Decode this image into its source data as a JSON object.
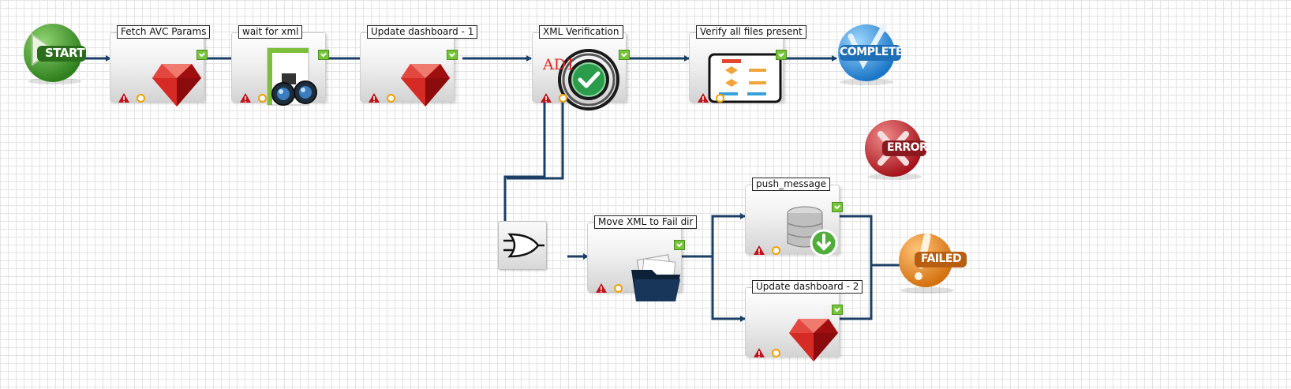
{
  "terminals": {
    "start": "START",
    "complete": "COMPLETE",
    "error": "ERROR",
    "failed": "FAILED"
  },
  "nodes": {
    "fetch_avc_params": "Fetch AVC Params",
    "wait_for_xml": "wait for xml",
    "update_dashboard_1": "Update dashboard - 1",
    "xml_verification": "XML Verification",
    "verify_all_files": "Verify all files present",
    "move_xml_fail": "Move XML to Fail dir",
    "push_message": "push_message",
    "update_dashboard_2": "Update dashboard - 2"
  },
  "overlay": {
    "xml_verification_tag": "AD1"
  },
  "icons": {
    "fetch_avc_params": "ruby-gem-icon",
    "wait_for_xml": "binoculars-icon",
    "update_dashboard_1": "ruby-gem-icon",
    "xml_verification": "green-check-icon",
    "verify_all_files": "flowchart-icon",
    "move_xml_fail": "folder-icon",
    "push_message": "database-download-icon",
    "update_dashboard_2": "ruby-gem-icon",
    "or_gate": "or-gate-icon"
  },
  "colors": {
    "wire": "#1b3f66",
    "start": "#3f9a2c",
    "complete": "#2c8fd6",
    "error": "#c8222b",
    "failed": "#e48a1c",
    "ruby": "#c01818",
    "ok_port": "#78c43a",
    "warn": "#c0121a"
  }
}
